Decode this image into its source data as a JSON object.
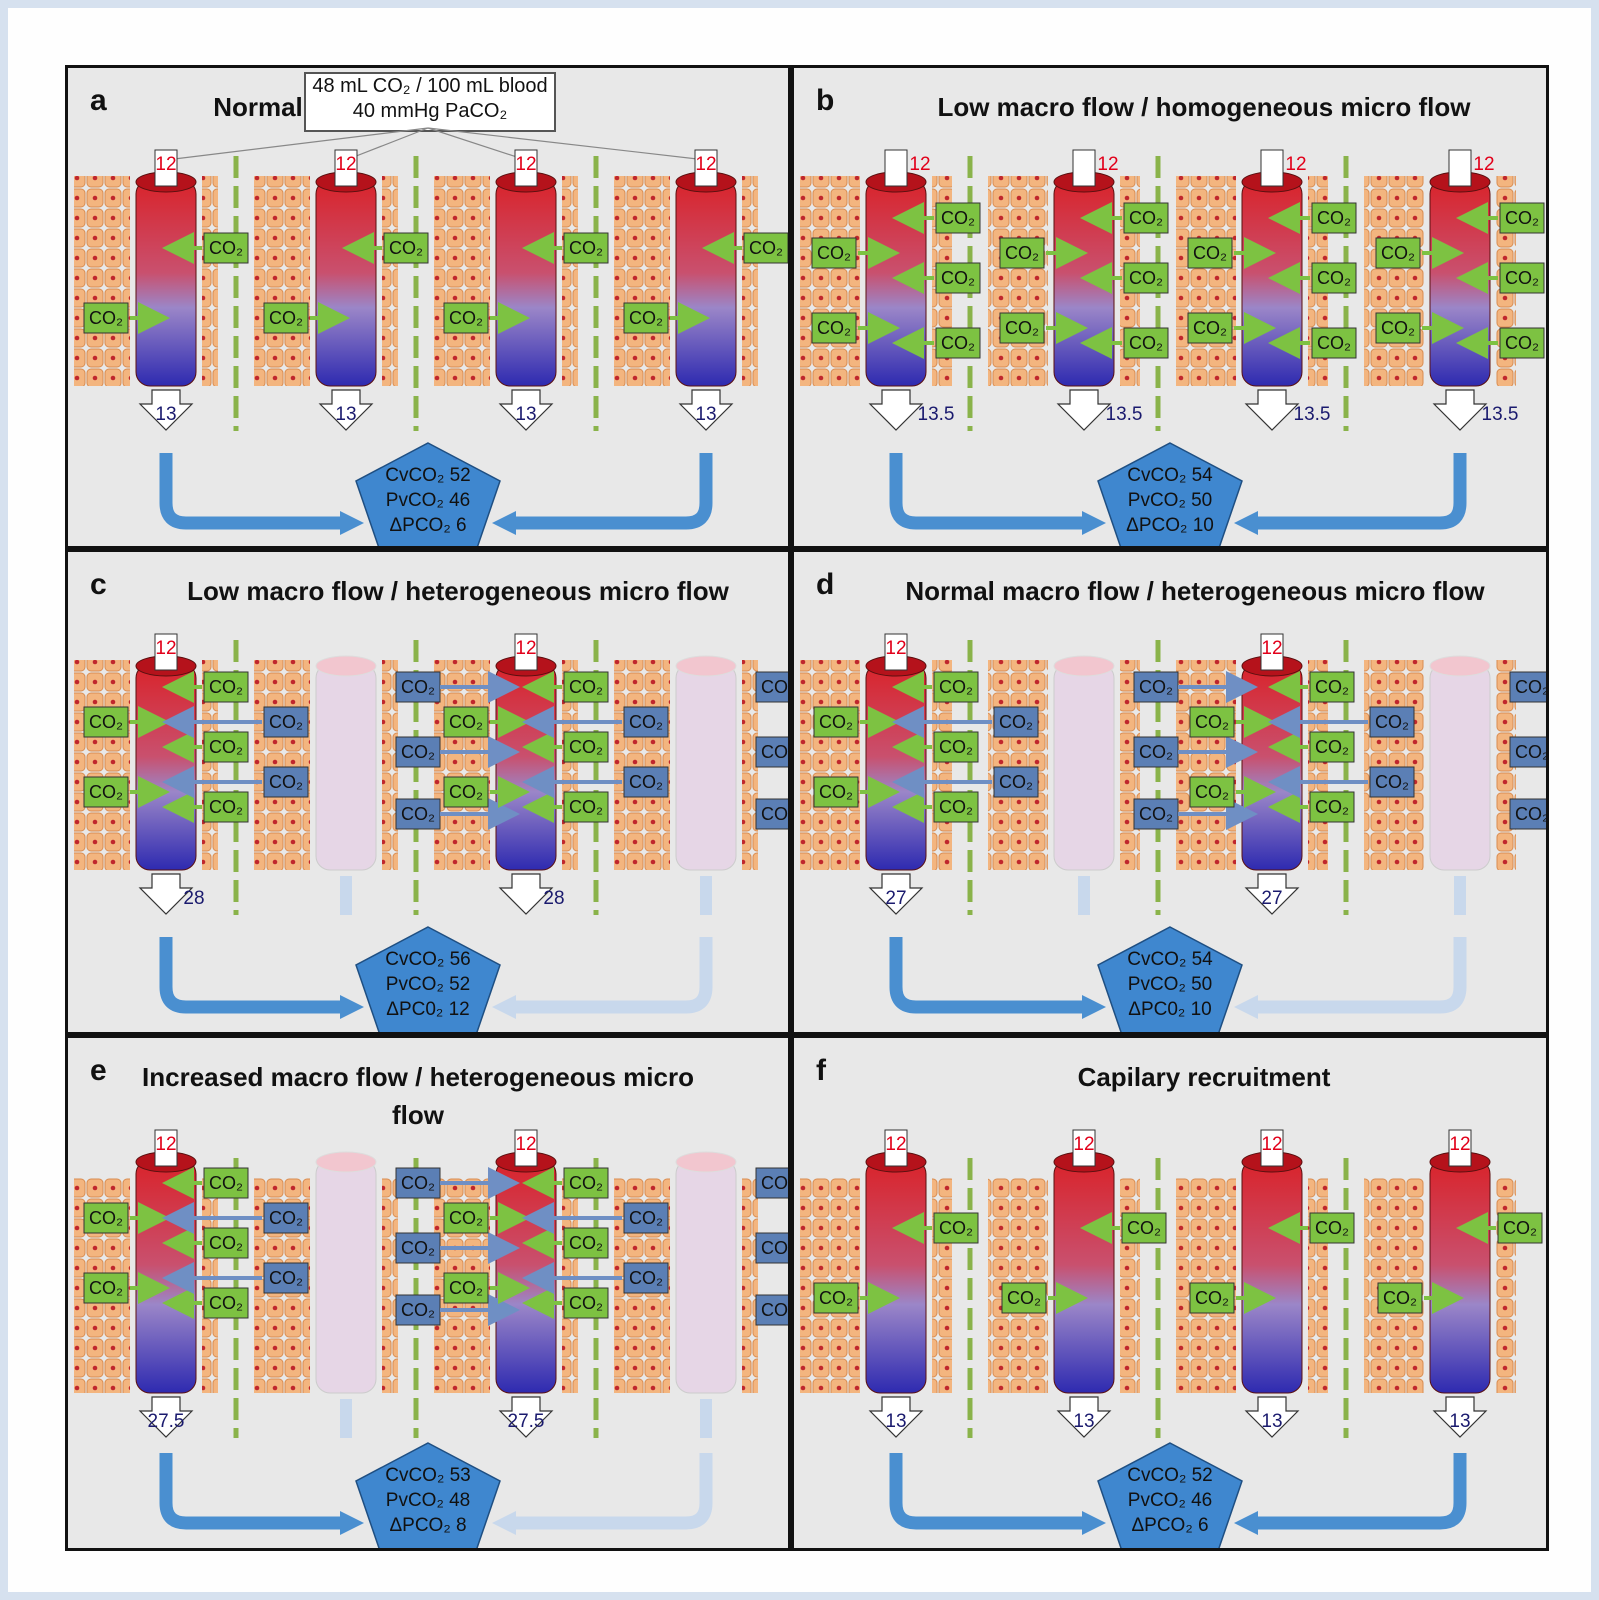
{
  "figure": {
    "reference_box": {
      "line1": "48 mL CO₂ / 100 mL blood",
      "line2": "40 mmHg PaCO₂"
    },
    "gas_label": "CO₂",
    "colors": {
      "background": "#d6e1ef",
      "panel": "#e8e8e8",
      "arterial_red": "#d9232a",
      "venous_blue": "#2e2ab0",
      "co2_green": "#7dc242",
      "co2_blue": "#5b7fb5",
      "flow_arrow": "#4a8fd0",
      "cell_orange": "#f3b57f",
      "capillary_divider": "#8ab34a",
      "inflow_label": "#e2001a",
      "outflow_label": "#1a1a6e"
    },
    "panels": [
      {
        "label": "a",
        "title": "Normal",
        "inflow": "12",
        "outflow": "13",
        "vessels": [
          "perfused",
          "perfused",
          "perfused",
          "perfused"
        ],
        "pentagon": [
          "CvCO₂ 52",
          "PvCO₂ 46",
          "ΔPCO₂  6"
        ]
      },
      {
        "label": "b",
        "title": "Low macro flow / homogeneous micro flow",
        "inflow": "12",
        "outflow": "13.5",
        "vessels": [
          "perfused",
          "perfused",
          "perfused",
          "perfused"
        ],
        "pentagon": [
          "CvCO₂ 54",
          "PvCO₂ 50",
          "ΔPCO₂ 10"
        ]
      },
      {
        "label": "c",
        "title": "Low macro flow / heterogeneous micro flow",
        "inflow": "12",
        "outflow": "28",
        "vessels": [
          "perfused",
          "non-perfused",
          "perfused",
          "non-perfused"
        ],
        "pentagon": [
          "CvCO₂  56",
          "PvCO₂  52",
          "ΔPC0₂ 12"
        ]
      },
      {
        "label": "d",
        "title": "Normal macro flow / heterogeneous micro flow",
        "inflow": "12",
        "outflow": "27",
        "vessels": [
          "perfused",
          "non-perfused",
          "perfused",
          "non-perfused"
        ],
        "pentagon": [
          "CvCO₂  54",
          "PvCO₂  50",
          "ΔPC0₂ 10"
        ]
      },
      {
        "label": "e",
        "title": "Increased macro flow / heterogeneous micro flow",
        "inflow": "12",
        "outflow": "27.5",
        "vessels": [
          "perfused",
          "non-perfused",
          "perfused",
          "non-perfused"
        ],
        "pentagon": [
          "CvCO₂  53",
          "PvCO₂  48",
          "ΔPCO₂   8"
        ]
      },
      {
        "label": "f",
        "title": "Capilary recruitment",
        "inflow": "12",
        "outflow": "13",
        "vessels": [
          "perfused",
          "perfused",
          "perfused",
          "perfused"
        ],
        "pentagon": [
          "CvCO₂  52",
          "PvCO₂  46",
          "ΔPCO₂    6"
        ]
      }
    ]
  }
}
